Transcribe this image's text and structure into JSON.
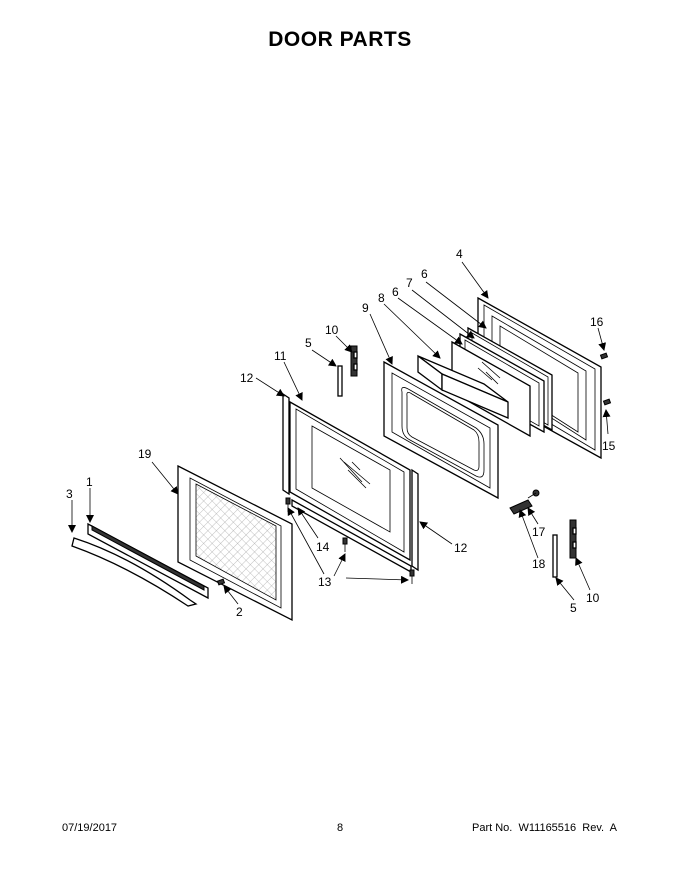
{
  "page": {
    "title": "DOOR PARTS",
    "date": "07/19/2017",
    "page_number": "8",
    "part_no": "Part No.  W11165516  Rev.  A"
  },
  "callouts": {
    "c1": "1",
    "c2": "2",
    "c3": "3",
    "c4": "4",
    "c5a": "5",
    "c5b": "5",
    "c6a": "6",
    "c6b": "6",
    "c7": "7",
    "c8": "8",
    "c9": "9",
    "c10a": "10",
    "c10b": "10",
    "c11": "11",
    "c12a": "12",
    "c12b": "12",
    "c13": "13",
    "c14": "14",
    "c15": "15",
    "c16": "16",
    "c17": "17",
    "c18": "18",
    "c19": "19"
  }
}
